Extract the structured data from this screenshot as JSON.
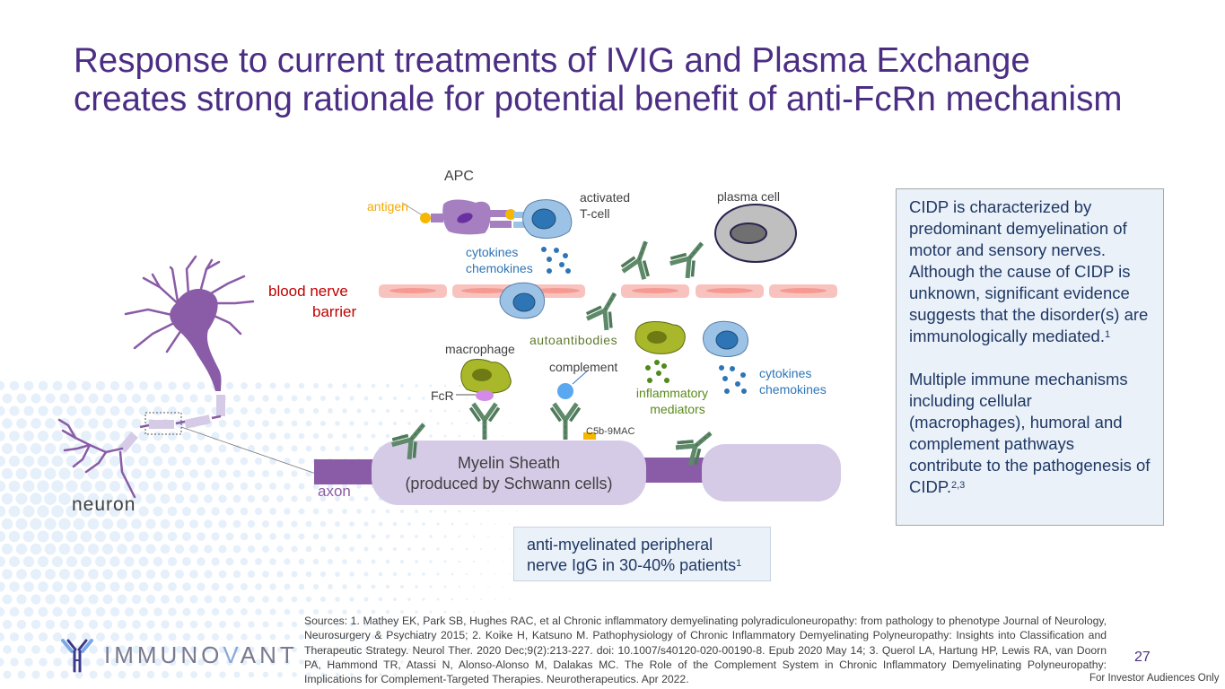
{
  "slide": {
    "title_line1": "Response to current treatments of IVIG and Plasma Exchange",
    "title_line2": "creates strong rationale for potential benefit of anti-FcRn mechanism",
    "page_number": "27",
    "disclaimer": "For Investor Audiences Only"
  },
  "logo": {
    "icon": "antibody-logo-icon",
    "text_part1": "IMMUNO",
    "text_part2": "V",
    "text_part3": "ANT"
  },
  "diagram": {
    "labels": {
      "apc": "APC",
      "antigen": "antigen",
      "activated_tcell_1": "activated",
      "activated_tcell_2": "T-cell",
      "plasma_cell": "plasma cell",
      "cytokines_top_1": "cytokines",
      "cytokines_top_2": "chemokines",
      "blood_nerve_barrier_1": "blood nerve",
      "blood_nerve_barrier_2": "barrier",
      "autoantibodies": "autoantibodies",
      "macrophage": "macrophage",
      "complement": "complement",
      "fcr": "FcR",
      "inflammatory_1": "inflammatory",
      "inflammatory_2": "mediators",
      "cytokines_right_1": "cytokines",
      "cytokines_right_2": "chemokines",
      "c5b9mac": "C5b-9MAC",
      "myelin_1": "Myelin Sheath",
      "myelin_2": "(produced by Schwann cells)",
      "axon": "axon",
      "neuron": "neuron"
    },
    "colors": {
      "title": "#4b2e83",
      "antigen": "#f5b800",
      "apc": "#a57fc0",
      "tcell": "#9cc3e6",
      "tcell_nucleus": "#2e75b6",
      "plasma_cell": "#bfbfbf",
      "barrier": "#f8c3be",
      "antibody": "#5e8a6a",
      "macrophage": "#a8b82a",
      "complement": "#5aa8f0",
      "fcr": "#d48ae8",
      "myelin": "#d5cbe7",
      "axon": "#8a5ba6",
      "box_bg": "#eaf1f9",
      "box_text": "#1f3864"
    }
  },
  "side_box": {
    "para1": "CIDP is characterized by predominant demyelination of motor and sensory nerves. Although the cause of CIDP is unknown, significant evidence suggests that the disorder(s) are immunologically mediated.",
    "para1_sup": "1",
    "para2": "Multiple immune mechanisms including cellular (macrophages), humoral and complement pathways contribute to the pathogenesis of CIDP.",
    "para2_sup": "2,3"
  },
  "igg_box": {
    "line1": "anti-myelinated peripheral",
    "line2": "nerve IgG in 30-40% patients",
    "sup": "1"
  },
  "sources": "Sources: 1. Mathey EK, Park SB, Hughes RAC, et al Chronic inflammatory demyelinating polyradiculoneuropathy: from pathology to phenotype Journal of Neurology, Neurosurgery & Psychiatry 2015; 2. Koike H, Katsuno M. Pathophysiology of Chronic Inflammatory Demyelinating Polyneuropathy: Insights into Classification and Therapeutic Strategy. Neurol Ther. 2020 Dec;9(2):213-227. doi: 10.1007/s40120-020-00190-8. Epub 2020 May 14; 3. Querol LA, Hartung HP, Lewis RA, van Doorn PA, Hammond TR, Atassi N, Alonso-Alonso M, Dalakas MC. The Role of the Complement System in Chronic Inflammatory Demyelinating Polyneuropathy: Implications for Complement-Targeted Therapies. Neurotherapeutics. Apr 2022."
}
